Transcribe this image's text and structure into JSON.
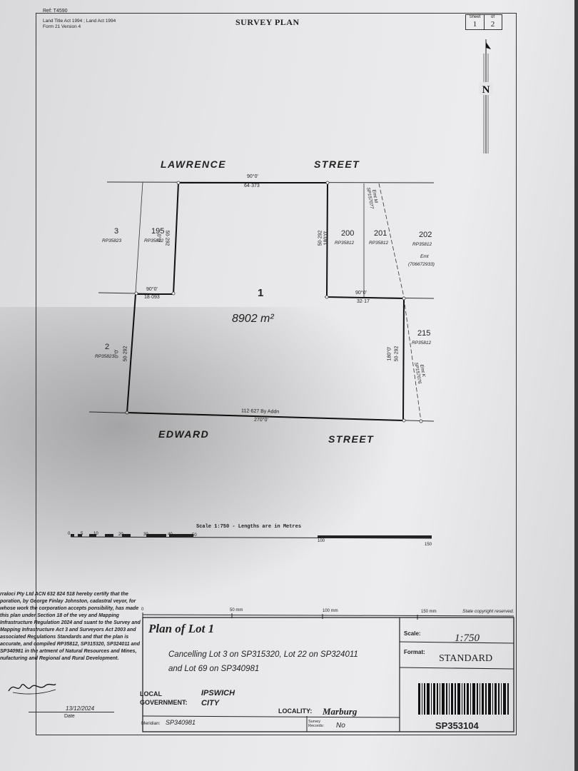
{
  "header": {
    "ref": "Ref: T4590",
    "acts": "Land Title Act 1994 ; Land Act 1994",
    "form": "Form 21 Version 4",
    "title": "SURVEY PLAN",
    "sheet_label": "Sheet",
    "sheet_num": "1",
    "of_label": "of",
    "of_num": "2"
  },
  "north": {
    "label": "N"
  },
  "streets": {
    "lawrence": "LAWRENCE",
    "street_top": "STREET",
    "edward": "EDWARD",
    "street_bottom": "STREET"
  },
  "lots": {
    "lot3": {
      "num": "3",
      "rp": "RP35823"
    },
    "lot195": {
      "num": "195",
      "rp": "RP35812"
    },
    "lot200": {
      "num": "200",
      "rp": "RP35812"
    },
    "lot201": {
      "num": "201",
      "rp": "RP35812"
    },
    "lot202": {
      "num": "202",
      "rp": "RP35812"
    },
    "lot2": {
      "num": "2",
      "rp": "RP35823"
    },
    "lot215": {
      "num": "215",
      "rp": "RP35812"
    },
    "main": {
      "num": "1",
      "area": "8902 m²"
    }
  },
  "easements": {
    "emt_m": "Emt M",
    "emt_m_sp": "SP157077",
    "emt1": "Emt",
    "emt1_num": "(706672933)",
    "emt_k": "Emt K",
    "emt_k_sp": "SP157076"
  },
  "dimensions": {
    "top_bearing": "90°0'",
    "top_dist": "64·373",
    "left_notch_bearing": "90°0'",
    "left_notch_dist": "18·093",
    "right_notch_bearing": "90°0'",
    "right_notch_dist": "32·17",
    "bottom_dist": "112·627 By Addn",
    "bottom_bearing": "270°0'",
    "v1": "50·292",
    "v1b": "0°0'",
    "v2": "50·292",
    "v2b": "180°0'",
    "v3": "50·292",
    "v3b": "0°0'",
    "v4": "50·292",
    "v4b": "180°0'"
  },
  "scale": {
    "caption": "Scale 1:750 - Lengths are in Metres",
    "ticks": [
      "0",
      "5",
      "10",
      "20",
      "30",
      "40",
      "50",
      "100",
      "150"
    ]
  },
  "certificate": {
    "text": "rraloci Pty Ltd ACN 632 824 518 hereby certify that the poration, by George Finlay Johnston, cadastral veyor, for whose work the corporation accepts ponsibility, has made this plan under Section 18 of the vey and Mapping Infrastructure Regulation 2024 and suant to the Survey and Mapping Infrastructure Act 3 and Surveyors Act 2003 and associated Regulations Standards and that the plan is accurate, and compiled RP35812, SP315320, SP324011 and SP340981 in the artment of Natural Resources and Mines, nufacturing and Regional and Rural Development.",
    "date": "13/12/2024",
    "date_label": "Date"
  },
  "title_block": {
    "mm_50": "50 mm",
    "mm_100": "100 mm",
    "mm_150": "150 mm",
    "copyright": "State copyright reserved.",
    "plan_title": "Plan of Lot 1",
    "cancelling": "Cancelling Lot 3 on SP315320, Lot 22 on SP324011",
    "cancelling2": "and Lot 69 on SP340981",
    "scale_label": "Scale:",
    "scale_value": "1:750",
    "format_label": "Format:",
    "format_value": "STANDARD",
    "lg_label1": "LOCAL",
    "lg_label2": "GOVERNMENT:",
    "lg_value1": "IPSWICH",
    "lg_value2": "CITY",
    "locality_label": "LOCALITY:",
    "locality_value": "Marburg",
    "meridian_label": "Meridian:",
    "meridian_value": "SP340981",
    "survey_label1": "Survey",
    "survey_label2": "Records:",
    "survey_value": "No",
    "plan_number": "SP353104"
  }
}
